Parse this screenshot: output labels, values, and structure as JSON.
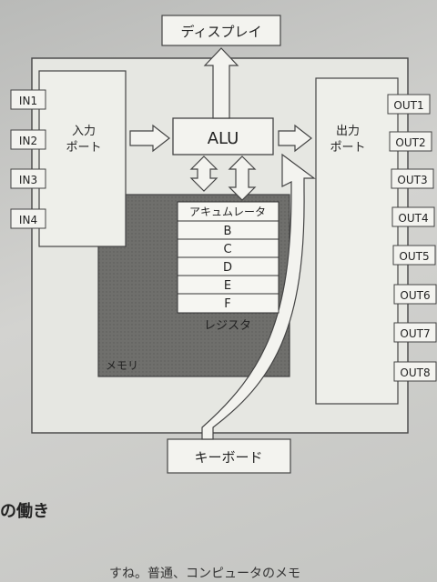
{
  "diagram": {
    "display": "ディスプレイ",
    "keyboard": "キーボード",
    "alu": "ALU",
    "input_port": [
      "入力",
      "ポート"
    ],
    "output_port": [
      "出力",
      "ポート"
    ],
    "memory": "メモリ",
    "registers_caption": "レジスタ",
    "registers": [
      "アキュムレータ",
      "B",
      "C",
      "D",
      "E",
      "F"
    ],
    "inputs": [
      "IN1",
      "IN2",
      "IN3",
      "IN4"
    ],
    "outputs": [
      "OUT1",
      "OUT2",
      "OUT3",
      "OUT4",
      "OUT5",
      "OUT6",
      "OUT7",
      "OUT8"
    ]
  },
  "page": {
    "section_heading": "の働き",
    "body_text_fragment": "すね。普通、コンピュータのメモ"
  }
}
